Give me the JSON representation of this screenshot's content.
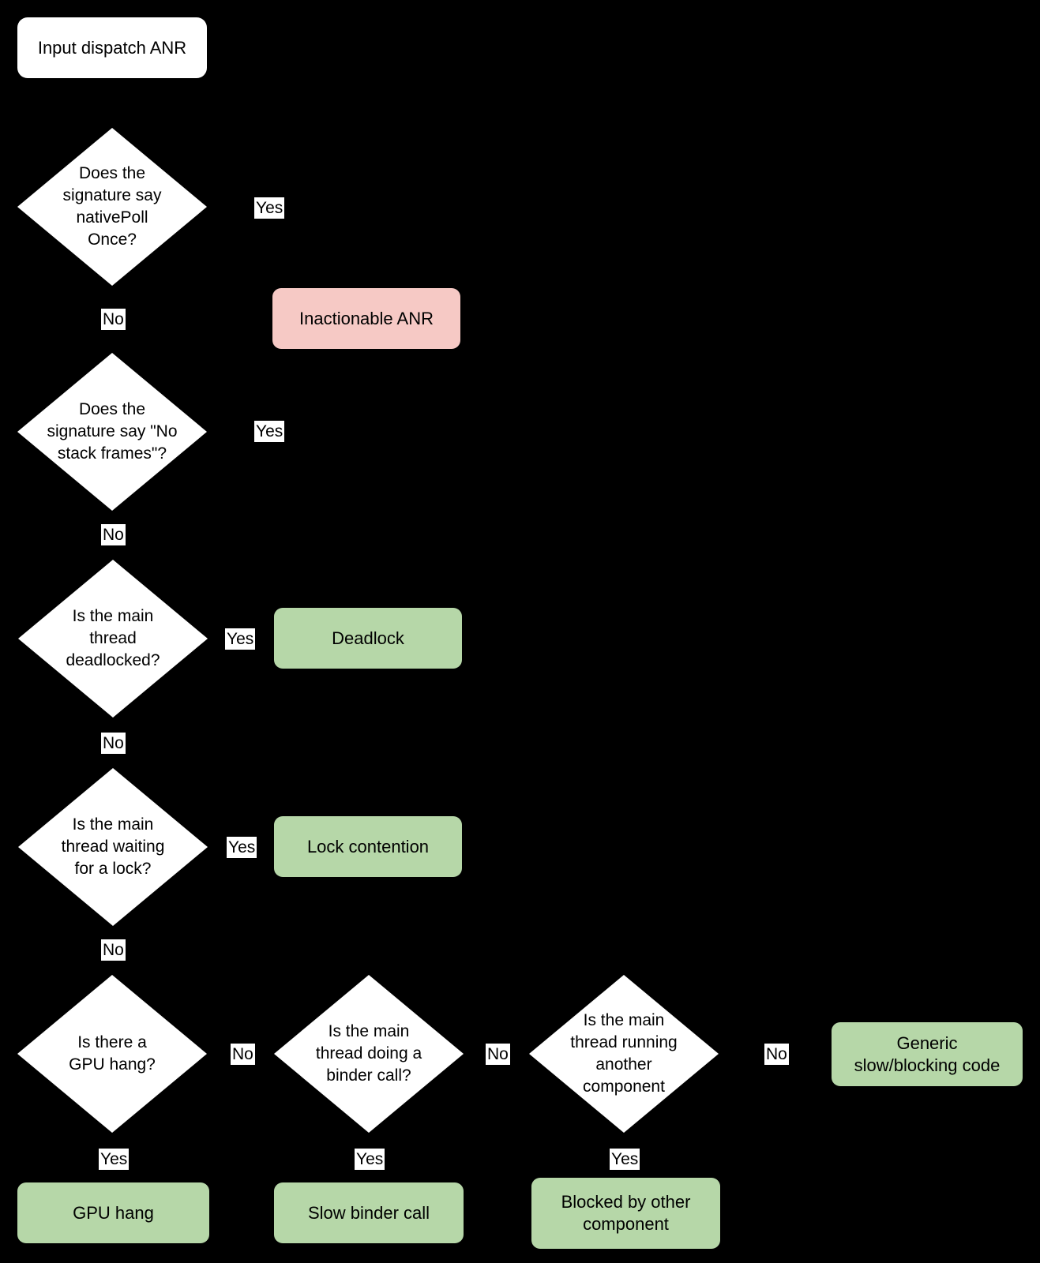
{
  "colors": {
    "bg": "#000000",
    "node_fill": "#ffffff",
    "danger_fill": "#f6c9c5",
    "success_fill": "#b6d7a8",
    "text": "#000000"
  },
  "labels": {
    "yes": "Yes",
    "no": "No"
  },
  "nodes": {
    "start": {
      "label": "Input dispatch ANR"
    },
    "d_native_poll": {
      "question": "Does the\nsignature say\nnativePoll\nOnce?"
    },
    "d_no_stack": {
      "question": "Does the\nsignature say \"No\nstack frames\"?"
    },
    "d_deadlock": {
      "question": "Is the main\nthread\ndeadlocked?"
    },
    "d_lock": {
      "question": "Is the main\nthread waiting\nfor a lock?"
    },
    "d_gpu": {
      "question": "Is there a\nGPU hang?"
    },
    "d_binder": {
      "question": "Is the main\nthread doing a\nbinder call?"
    },
    "d_component": {
      "question": "Is the main\nthread running\nanother\ncomponent"
    },
    "r_inactionable": {
      "label": "Inactionable ANR"
    },
    "r_deadlock": {
      "label": "Deadlock"
    },
    "r_lock_contention": {
      "label": "Lock contention"
    },
    "r_generic": {
      "label": "Generic\nslow/blocking code"
    },
    "r_gpu_hang": {
      "label": "GPU hang"
    },
    "r_slow_binder": {
      "label": "Slow binder call"
    },
    "r_blocked": {
      "label": "Blocked by other\ncomponent"
    }
  }
}
